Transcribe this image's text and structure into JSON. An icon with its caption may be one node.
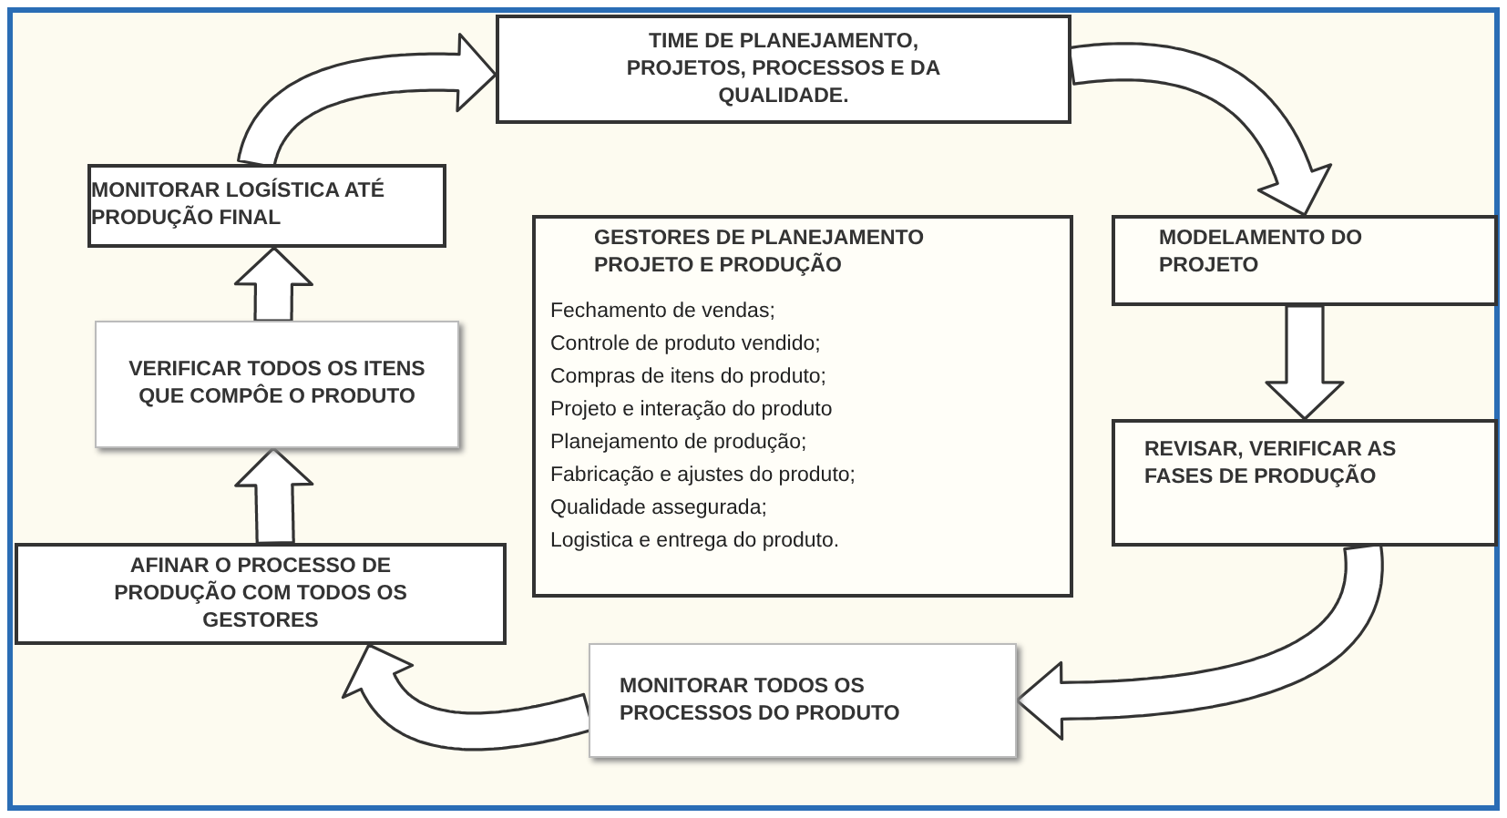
{
  "diagram": {
    "nodes": [
      {
        "text": [
          "TIME DE PLANEJAMENTO, PROJETOS, PROCESSOS E DA QUALIDADE."
        ]
      },
      {
        "text": [
          "GESTORES DE PLANEJAMENTO PROJETO E PRODUÇÃO",
          "Fechamento de vendas;",
          "Controle de produto vendido;",
          "Compras de itens do produto;",
          "Projeto e interação do produto",
          "Planejamento de produção;",
          "Fabricação e ajustes do produto;",
          "Qualidade assegurada;",
          "Logistica e entrega do produto."
        ]
      },
      {
        "text": [
          "MODELAMENTO DO PROJETO"
        ]
      },
      {
        "text": [
          "REVISAR, VERIFICAR AS FASES DE PRODUÇÃO"
        ]
      },
      {
        "text": [
          "MONITORAR TODOS OS PROCESSOS DO PRODUTO"
        ]
      },
      {
        "text": [
          "AFINAR O PROCESSO DE PRODUÇÃO COM TODOS OS GESTORES"
        ]
      },
      {
        "text": [
          "VERIFICAR TODOS OS ITENS QUE COMPÔE O PRODUTO"
        ]
      },
      {
        "text": [
          "MONITORAR LOGÍSTICA ATÉ PRODUÇÃO FINAL"
        ]
      }
    ],
    "edges": [
      {
        "from": 7,
        "to": 0,
        "arrow": "to"
      },
      {
        "from": 0,
        "to": 2,
        "arrow": "to"
      },
      {
        "from": 2,
        "to": 3,
        "arrow": "to"
      },
      {
        "from": 3,
        "to": 4,
        "arrow": "to"
      },
      {
        "from": 4,
        "to": 5,
        "arrow": "to"
      },
      {
        "from": 5,
        "to": 6,
        "arrow": "to"
      },
      {
        "from": 6,
        "to": 7,
        "arrow": "to"
      }
    ]
  }
}
